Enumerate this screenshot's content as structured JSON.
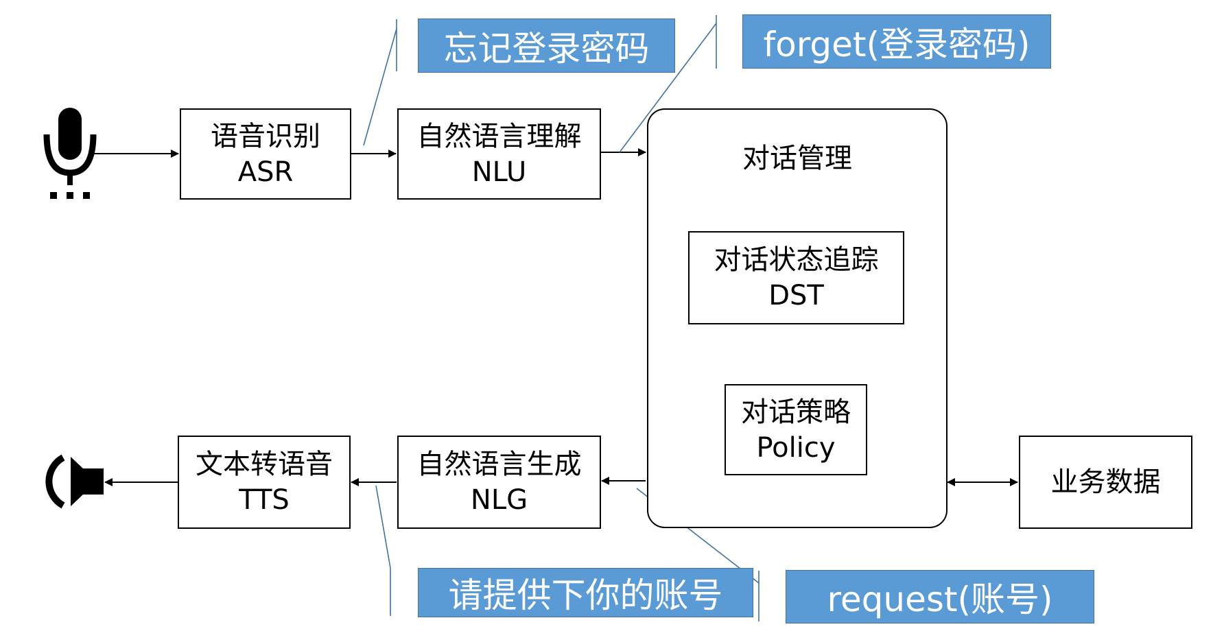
{
  "modules": {
    "asr": {
      "title": "语音识别",
      "abbr": "ASR"
    },
    "nlu": {
      "title": "自然语言理解",
      "abbr": "NLU"
    },
    "dialog_manager": {
      "title": "对话管理"
    },
    "dst": {
      "title": "对话状态追踪",
      "abbr": "DST"
    },
    "policy": {
      "title": "对话策略",
      "abbr": "Policy"
    },
    "nlg": {
      "title": "自然语言生成",
      "abbr": "NLG"
    },
    "tts": {
      "title": "文本转语音",
      "abbr": "TTS"
    },
    "business_data": {
      "title": "业务数据"
    }
  },
  "callouts": {
    "user_input": "忘记登录密码",
    "intent": "forget(登录密码)",
    "system_response": "请提供下你的账号",
    "action": "request(账号)"
  },
  "icons": {
    "input": "microphone-icon",
    "output": "speaker-icon"
  },
  "colors": {
    "callout_fill": "#5b9bd5",
    "callout_border": "#41719c",
    "leader_line": "#41719c"
  }
}
